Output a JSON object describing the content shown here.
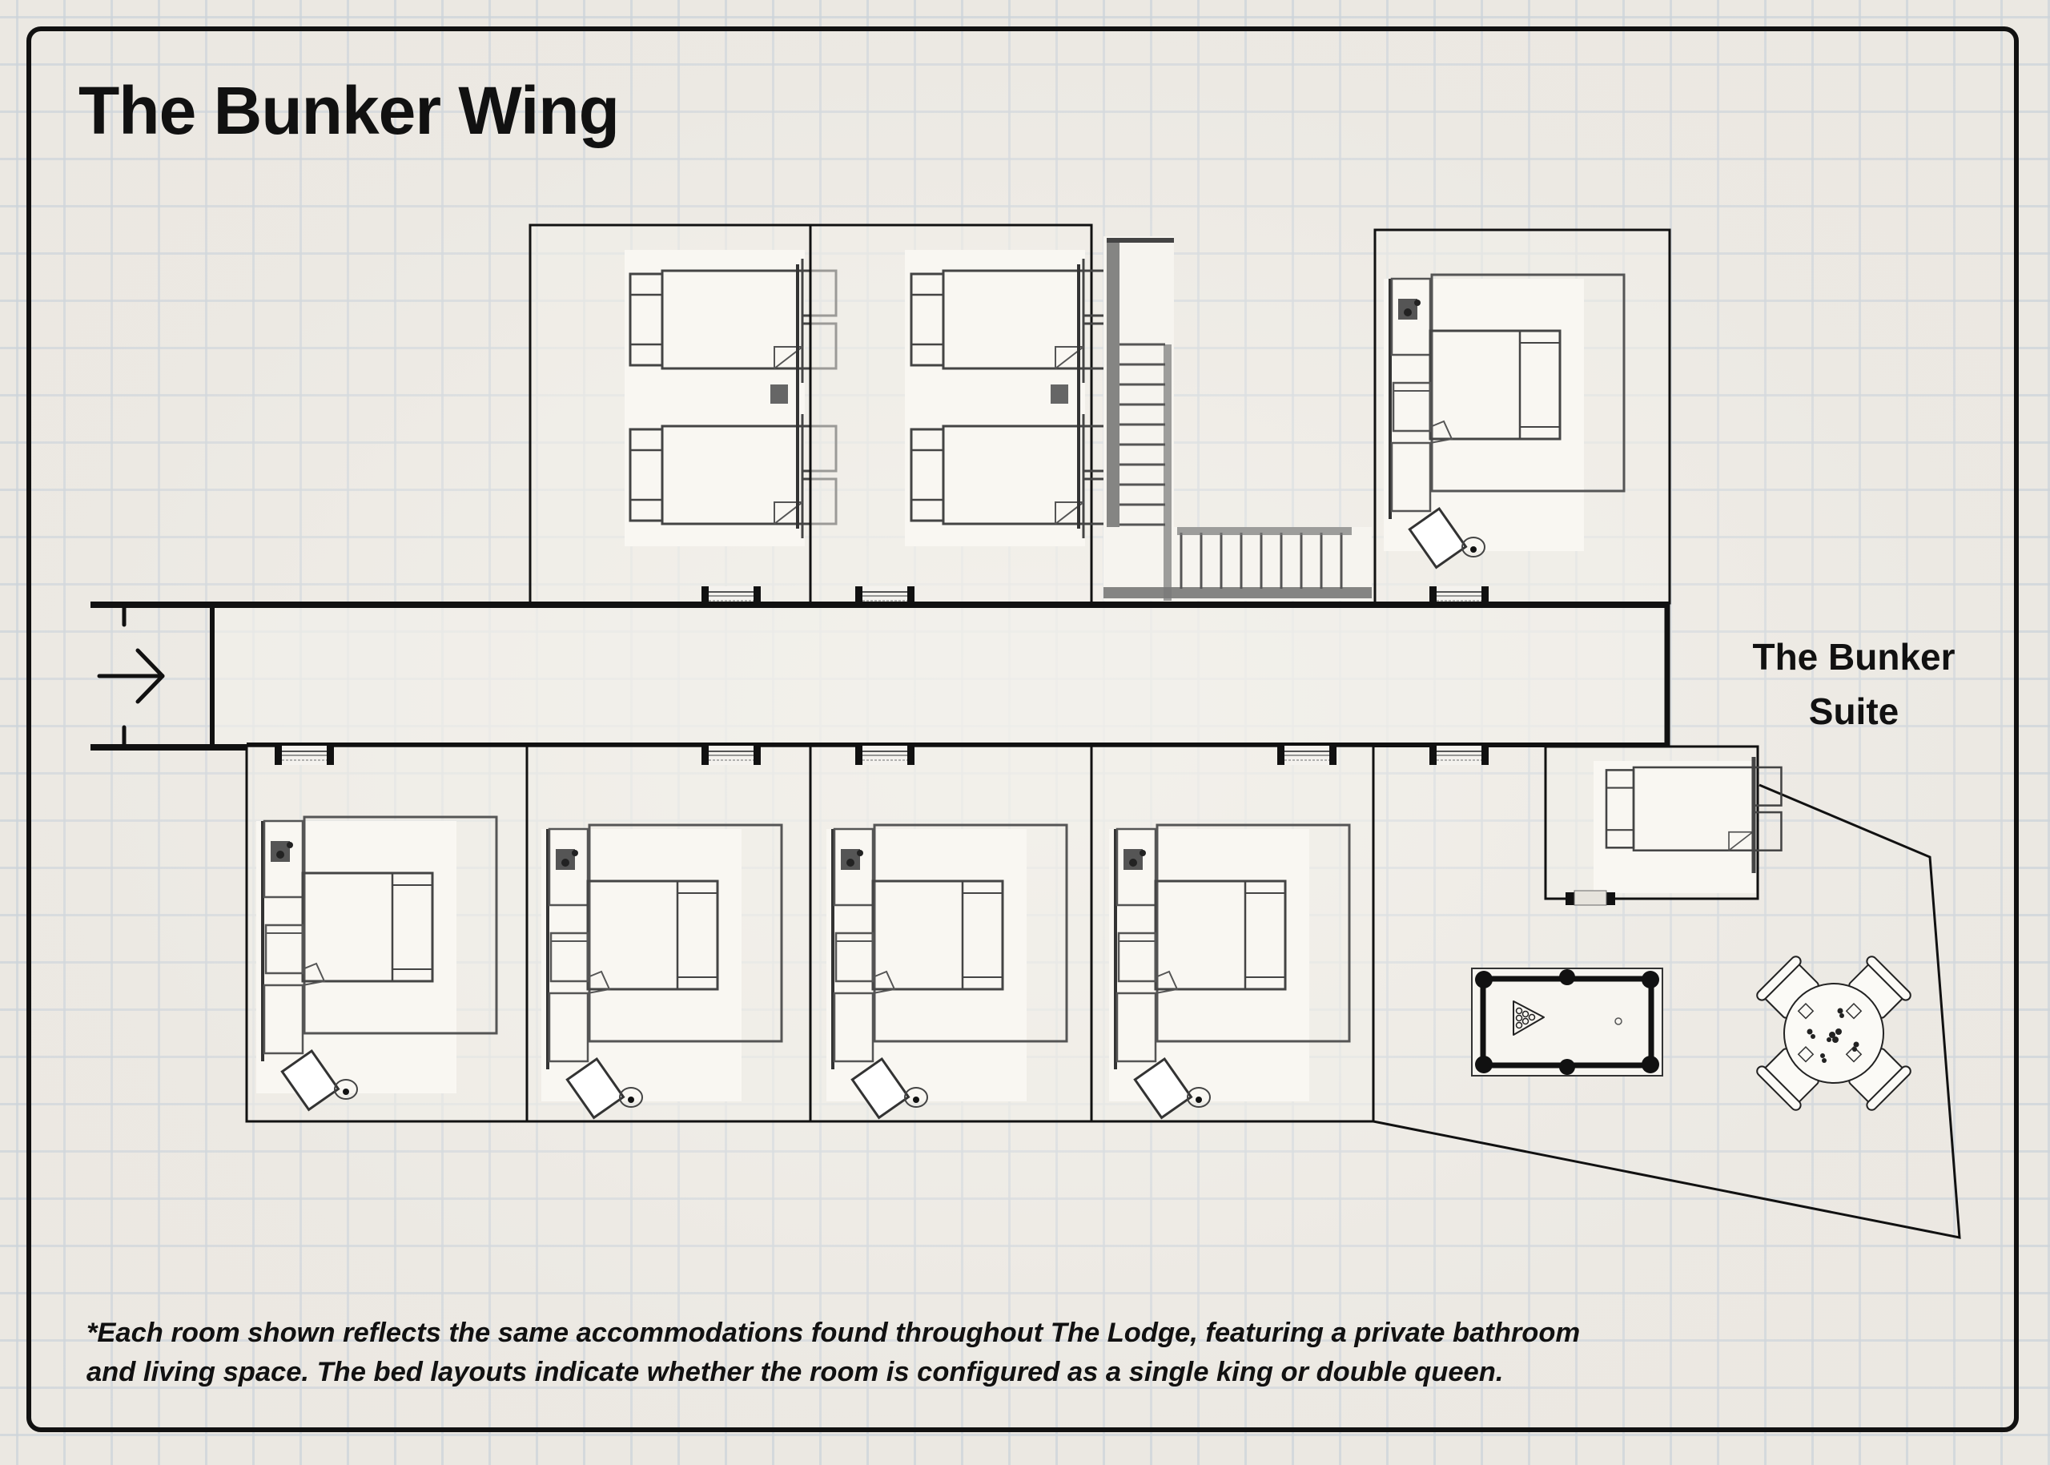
{
  "title": "The Bunker Wing",
  "suite_label": {
    "line1": "The Bunker",
    "line2": "Suite"
  },
  "footnote": {
    "line1": "*Each room shown reflects the same accommodations found throughout The Lodge, featuring a private bathroom",
    "line2": "and living space. The bed layouts indicate whether the room is configured as a single king or double queen."
  },
  "entrance": {
    "icon": "arrow-right-icon"
  },
  "rooms": {
    "top": [
      {
        "id": "top-room-1",
        "bed_layout": "double-queen"
      },
      {
        "id": "top-room-2",
        "bed_layout": "double-queen"
      },
      {
        "id": "stairwell",
        "bed_layout": "stairs"
      },
      {
        "id": "top-room-3",
        "bed_layout": "single-king"
      }
    ],
    "bottom": [
      {
        "id": "bottom-room-1",
        "bed_layout": "single-king"
      },
      {
        "id": "bottom-room-2",
        "bed_layout": "single-king"
      },
      {
        "id": "bottom-room-3",
        "bed_layout": "single-king"
      },
      {
        "id": "bottom-room-4",
        "bed_layout": "single-king"
      }
    ],
    "suite": {
      "bed_layout": "queen",
      "amenities": [
        "pool-table",
        "card-table-with-4-chairs"
      ]
    }
  },
  "colors": {
    "line": "#111111",
    "paper": "#ebe8e2",
    "room_fill": "#f7f5f0",
    "grid": "#cdd4da"
  }
}
